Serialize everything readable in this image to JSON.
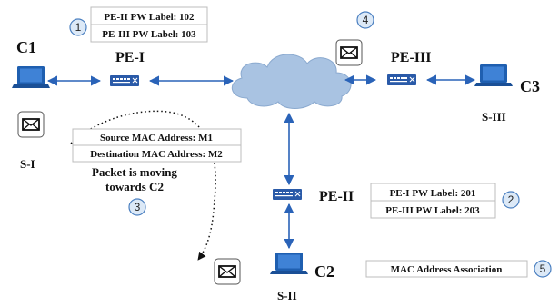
{
  "nodes": {
    "c1": "C1",
    "c2": "C2",
    "c3": "C3",
    "pe1": "PE-I",
    "pe2": "PE-II",
    "pe3": "PE-III",
    "s1": "S-I",
    "s2": "S-II",
    "s3": "S-III"
  },
  "tables": {
    "pe1_labels": [
      "PE-II PW Label: 102",
      "PE-III PW Label: 103"
    ],
    "pe2_labels": [
      "PE-I PW Label: 201",
      "PE-III PW Label: 203"
    ],
    "mac_addresses": [
      "Source MAC Address: M1",
      "Destination MAC Address: M2"
    ],
    "mac_association": "MAC Address Association"
  },
  "packet_text": [
    "Packet is moving",
    "towards C2"
  ],
  "steps": [
    "1",
    "2",
    "3",
    "4",
    "5"
  ],
  "colors": {
    "device_blue": "#1f5fb0",
    "link_blue": "#2a63b8",
    "cloud_fill": "#a9c3e2",
    "step_circle_fill": "#dce9f7",
    "step_circle_stroke": "#4a7fc0"
  }
}
